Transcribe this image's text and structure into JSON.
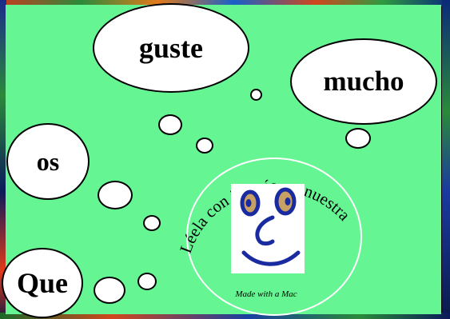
{
  "bubbles": {
    "guste": "guste",
    "mucho": "mucho",
    "os": "os",
    "que": "Que"
  },
  "arc_text": "Léela con interés, es nuestra",
  "made_with": "Made with a Mac",
  "colors": {
    "background": "#66f593",
    "bubble": "#ffffff",
    "outline": "#000000"
  },
  "icons": {
    "face": "smiley-face-icon"
  }
}
